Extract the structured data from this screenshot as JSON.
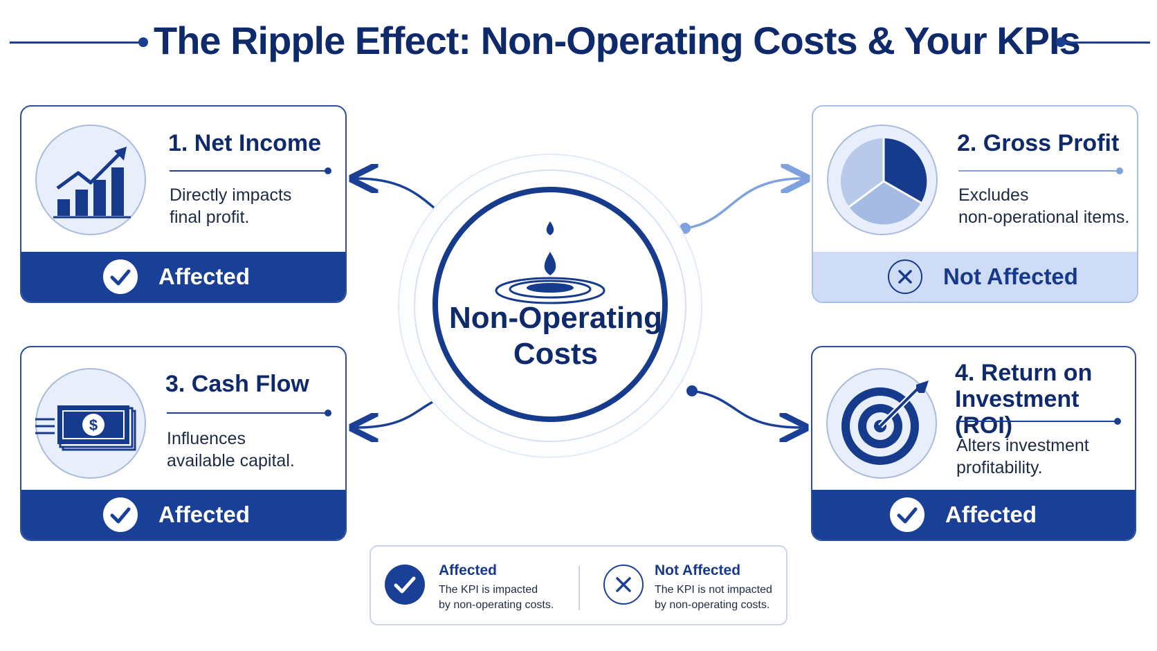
{
  "title": "The Ripple Effect: Non-Operating Costs & Your KPIs",
  "center": {
    "line1": "Non-Operating",
    "line2": "Costs",
    "icon": "water-drop-ripple-icon"
  },
  "cards": [
    {
      "title": "1. Net Income",
      "desc_line1": "Directly impacts",
      "desc_line2": "final profit.",
      "status": "Affected",
      "icon": "growth-bar-chart-icon"
    },
    {
      "title": "2. Gross Profit",
      "desc_line1": "Excludes",
      "desc_line2": "non-operational items.",
      "status": "Not Affected",
      "icon": "pie-chart-icon"
    },
    {
      "title": "3. Cash Flow",
      "desc_line1": "Influences",
      "desc_line2": "available capital.",
      "status": "Affected",
      "icon": "cash-stack-icon"
    },
    {
      "title_line1": "4. Return on",
      "title_line2": "Investment (ROI)",
      "desc_line1": "Alters investment",
      "desc_line2": "profitability.",
      "status": "Affected",
      "icon": "target-arrow-icon"
    }
  ],
  "legend": {
    "affected": {
      "title": "Affected",
      "desc_line1": "The KPI is impacted",
      "desc_line2": "by non-operating costs."
    },
    "not_affected": {
      "title": "Not Affected",
      "desc_line1": "The KPI is not impacted",
      "desc_line2": "by non-operating costs."
    }
  },
  "colors": {
    "primary": "#1a3f96",
    "dark_text": "#0f2a6b",
    "light_fill": "#cfdcf5",
    "accent_light": "#7fa2de"
  }
}
